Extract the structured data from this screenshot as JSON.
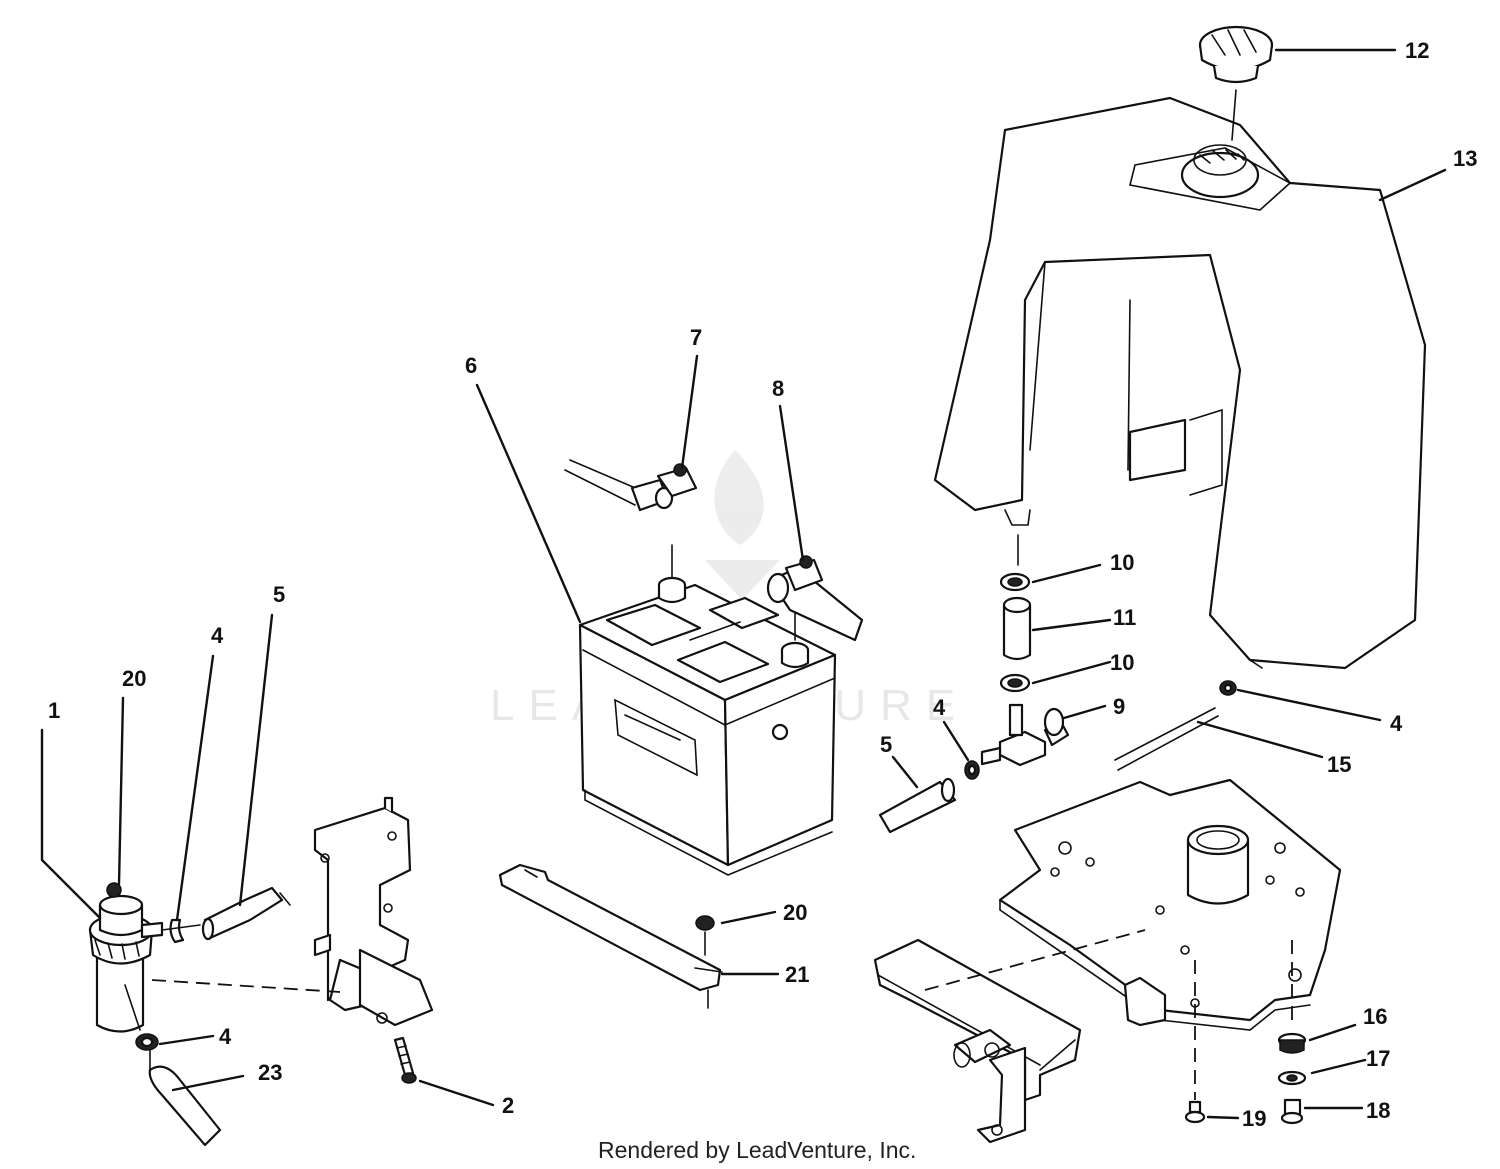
{
  "watermark": "LEADVENTURE",
  "footer": "Rendered by LeadVenture, Inc.",
  "callouts": {
    "c1": "1",
    "c20a": "20",
    "c4a": "4",
    "c5a": "5",
    "c4b": "4",
    "c23": "23",
    "c2": "2",
    "c6": "6",
    "c7": "7",
    "c8": "8",
    "c20b": "20",
    "c21": "21",
    "c12": "12",
    "c13": "13",
    "c10a": "10",
    "c11": "11",
    "c10b": "10",
    "c9": "9",
    "c4c": "4",
    "c5b": "5",
    "c4d": "4",
    "c15": "15",
    "c16": "16",
    "c17": "17",
    "c18": "18",
    "c19": "19"
  }
}
